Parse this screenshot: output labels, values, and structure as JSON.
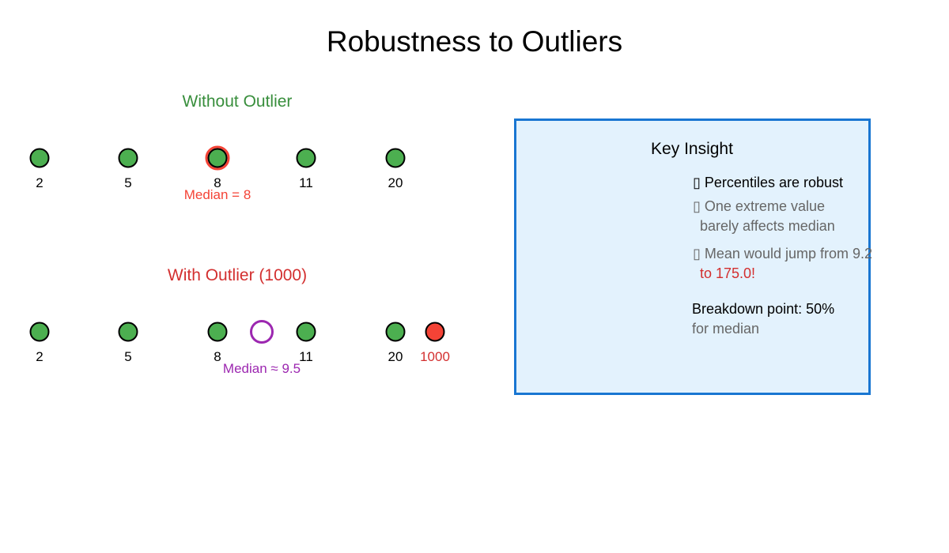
{
  "title": "Robustness to Outliers",
  "colors": {
    "point_fill": "#4caf50",
    "point_stroke": "#000000",
    "median_highlight": "#f44336",
    "outlier_fill": "#f44336",
    "median_marker": "#9c27b0",
    "without_title": "#388e3c",
    "with_title": "#d32f2f",
    "panel_bg": "#e3f2fd",
    "panel_border": "#1976d2"
  },
  "without": {
    "title": "Without Outlier",
    "points": [
      {
        "label": "2",
        "x": 50
      },
      {
        "label": "5",
        "x": 162
      },
      {
        "label": "8",
        "x": 275
      },
      {
        "label": "11",
        "x": 387
      },
      {
        "label": "20",
        "x": 500
      }
    ],
    "median_label": "Median = 8"
  },
  "with": {
    "title": "With Outlier (1000)",
    "points": [
      {
        "label": "2",
        "x": 50
      },
      {
        "label": "5",
        "x": 162
      },
      {
        "label": "8",
        "x": 275
      },
      {
        "label": "11",
        "x": 387
      },
      {
        "label": "20",
        "x": 500
      }
    ],
    "outlier": {
      "label": "1000",
      "x": 550
    },
    "median_label": "Median ≈ 9.5"
  },
  "insight": {
    "title": "Key Insight",
    "bullet1": "▯ Percentiles are robust",
    "bullet2_line1": "▯ One extreme value",
    "bullet2_line2": "barely affects median",
    "bullet3_line1": "▯ Mean would jump from 9.2",
    "bullet3_line2": "to 175.0!",
    "breakdown_line1": "Breakdown point: 50%",
    "breakdown_line2": "for median"
  },
  "chart_data": {
    "type": "scatter",
    "title": "Robustness to Outliers",
    "series": [
      {
        "name": "Without Outlier",
        "values": [
          2,
          5,
          8,
          11,
          20
        ],
        "median": 8
      },
      {
        "name": "With Outlier (1000)",
        "values": [
          2,
          5,
          8,
          11,
          20,
          1000
        ],
        "median": 9.5
      }
    ],
    "annotations": [
      "Median = 8",
      "Median ≈ 9.5",
      "Mean would jump from 9.2 to 175.0!",
      "Breakdown point: 50% for median"
    ]
  }
}
